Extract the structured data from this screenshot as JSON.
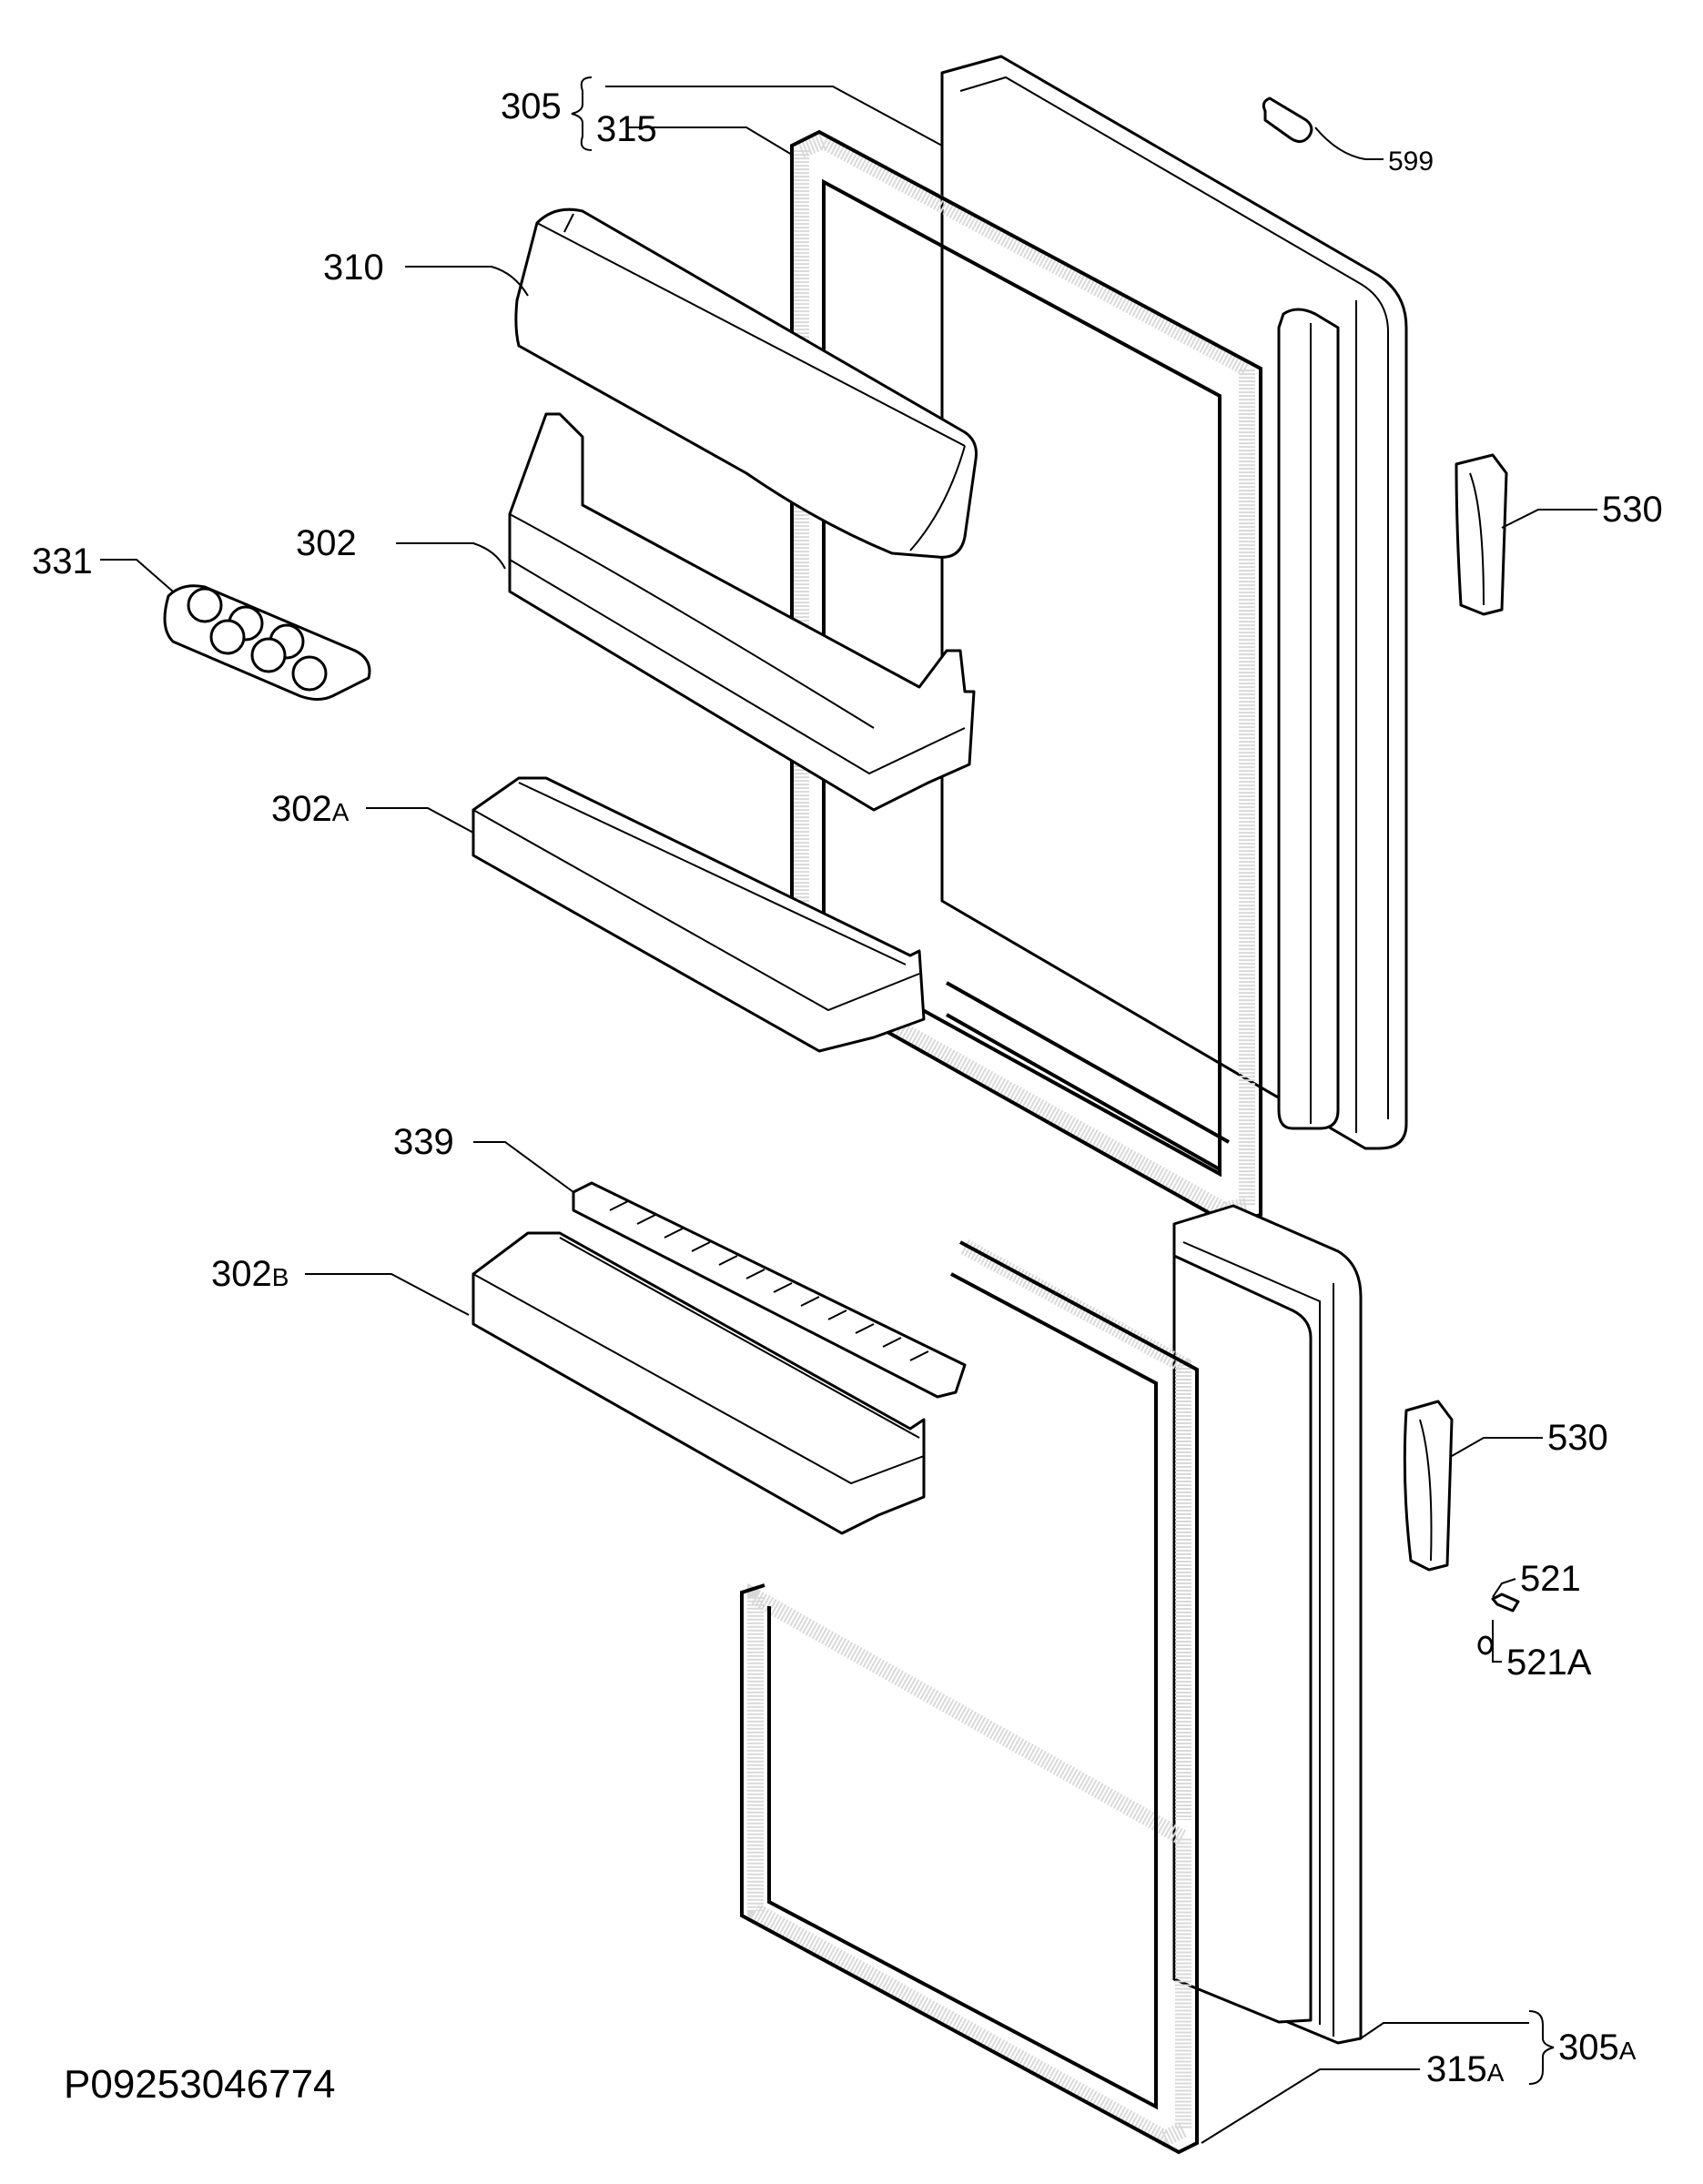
{
  "diagram": {
    "drawing_code": "P09253046774",
    "labels": {
      "l305": "305",
      "l315": "315",
      "l599": "599",
      "l310": "310",
      "l302": "302",
      "l331": "331",
      "l530_top": "530",
      "l302a_main": "302",
      "l302a_sub": "A",
      "l339": "339",
      "l302b_main": "302",
      "l302b_sub": "B",
      "l530_bottom": "530",
      "l521": "521",
      "l521a": "521A",
      "l305a_main": "305",
      "l305a_sub": "A",
      "l315a_main": "315",
      "l315a_sub": "A"
    }
  }
}
